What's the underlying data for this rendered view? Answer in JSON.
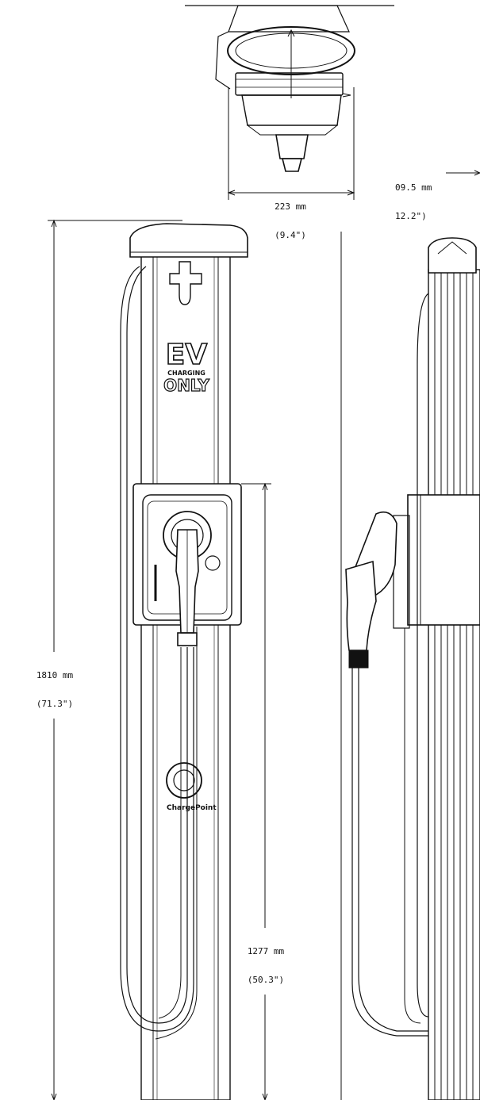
{
  "dimensions": {
    "width_top": {
      "mm": "223 mm",
      "inch": "(9.4\")"
    },
    "depth_partial": {
      "mm": "09.5 mm",
      "inch": "12.2\")"
    },
    "overall_height": {
      "mm": "1810 mm",
      "inch": "(71.3\")"
    },
    "holster_height": {
      "mm": "1277 mm",
      "inch": "(50.3\")"
    }
  },
  "pedestal_sign": {
    "big": "EV",
    "small": "CHARGING",
    "bottom": "ONLY"
  },
  "brand_mark": "ChargePoint",
  "colors": {
    "line": "#111111",
    "fill": "#ffffff"
  }
}
